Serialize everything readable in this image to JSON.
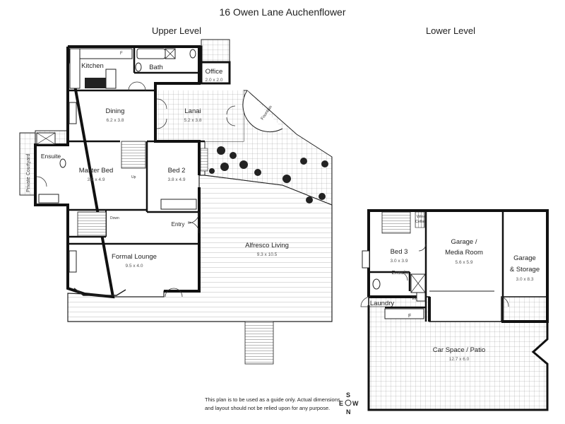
{
  "title": "16 Owen Lane Auchenflower",
  "levels": {
    "upper": "Upper Level",
    "lower": "Lower Level"
  },
  "upper_rooms": {
    "kitchen": {
      "name": "Kitchen"
    },
    "bath": {
      "name": "Bath"
    },
    "office": {
      "name": "Office",
      "size": "2.0 x 2.0"
    },
    "dining": {
      "name": "Dining",
      "size": "6.2 x 3.8"
    },
    "lanai": {
      "name": "Lanai",
      "size": "5.2 x 3.8"
    },
    "fountain": {
      "name": "Fountain"
    },
    "ensuite": {
      "name": "Ensuite"
    },
    "courtyard": {
      "name": "Private Courtyard"
    },
    "master_bed": {
      "name": "Master Bed",
      "size": "3.8 x 4.9"
    },
    "bed2": {
      "name": "Bed 2",
      "size": "3.8 x 4.9"
    },
    "entry": {
      "name": "Entry"
    },
    "formal_lounge": {
      "name": "Formal Lounge",
      "size": "9.5 x 4.0"
    },
    "alfresco": {
      "name": "Alfresco Living",
      "size": "9.3 x 10.5"
    }
  },
  "lower_rooms": {
    "wine_cellar": {
      "line1": "Wine",
      "line2": "Cellar"
    },
    "bed3": {
      "name": "Bed 3",
      "size": "3.0 x 3.9"
    },
    "ensuite": {
      "name": "Ensuite"
    },
    "laundry": {
      "name": "Laundry"
    },
    "garage_media": {
      "line1": "Garage /",
      "line2": "Media Room",
      "size": "5.6 x 5.9"
    },
    "garage_storage": {
      "line1": "Garage",
      "line2": "& Storage",
      "size": "3.0 x 8.3"
    },
    "car_space": {
      "name": "Car Space / Patio",
      "size": "12.7 x 6.0"
    }
  },
  "fixtures": {
    "fridge": "F",
    "washer": "W"
  },
  "stair_labels": {
    "up": "Up",
    "down": "Down"
  },
  "disclaimer": {
    "line1": "This plan is to be used as a guide only. Actual dimensions",
    "line2": "and layout should not be relied upon for any purpose."
  },
  "compass": {
    "n": "N",
    "s": "S",
    "e": "E",
    "w": "W"
  }
}
